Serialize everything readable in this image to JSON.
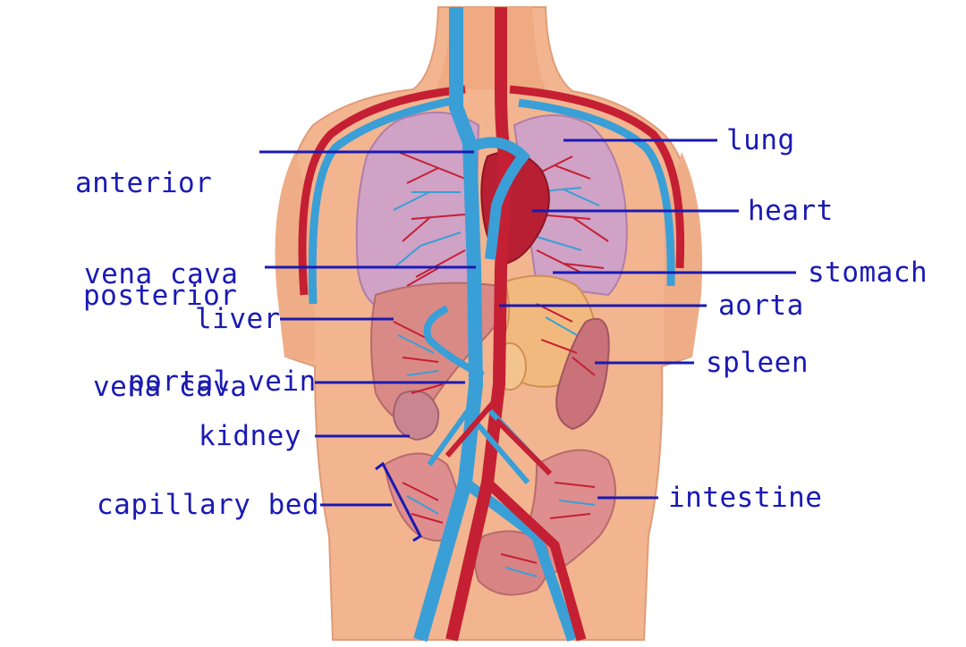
{
  "labels": {
    "anterior_vena_cava": [
      "anterior",
      "vena cava"
    ],
    "posterior_vena_cava": [
      "posterior",
      "vena cava"
    ],
    "liver": "liver",
    "portal_vein": "portal vein",
    "kidney": "kidney",
    "capillary_bed": "capillary bed",
    "lung": "lung",
    "heart": "heart",
    "stomach": "stomach",
    "aorta": "aorta",
    "spleen": "spleen",
    "intestine": "intestine"
  },
  "colors": {
    "label_text": "#1a1ab4",
    "leader_line": "#1a1ab4",
    "skin": "#f2b590",
    "skin_shadow": "#e49a74",
    "lung": "#cfa2c6",
    "vein": "#3a9fd6",
    "artery": "#c51f33",
    "liver": "#d98a86",
    "stomach": "#f2b97f",
    "spleen": "#c9727a",
    "kidney": "#c98590",
    "intestine": "#de8e8e"
  }
}
